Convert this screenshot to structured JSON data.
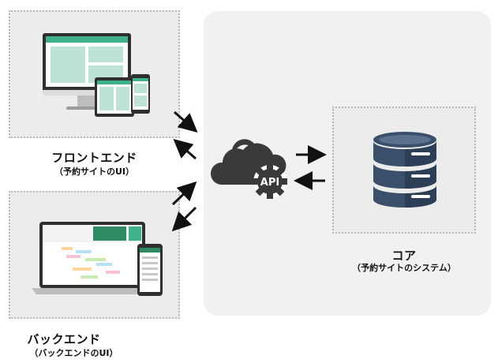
{
  "frontend": {
    "title": "フロントエンド",
    "subtitle": "（予約サイトのUI）"
  },
  "backend": {
    "title": "バックエンド",
    "subtitle": "（バックエンドのUI）"
  },
  "core": {
    "title": "コア",
    "subtitle": "（予約サイトのシステム）"
  },
  "api": {
    "badge": "API"
  },
  "colors": {
    "panel_bg": "#f1f1f1",
    "box_bg": "#ececec",
    "cloud": "#3a3a3a",
    "db_dark": "#3a4f6a",
    "db_light": "#ffffff",
    "ui_green": "#3fb28c"
  }
}
